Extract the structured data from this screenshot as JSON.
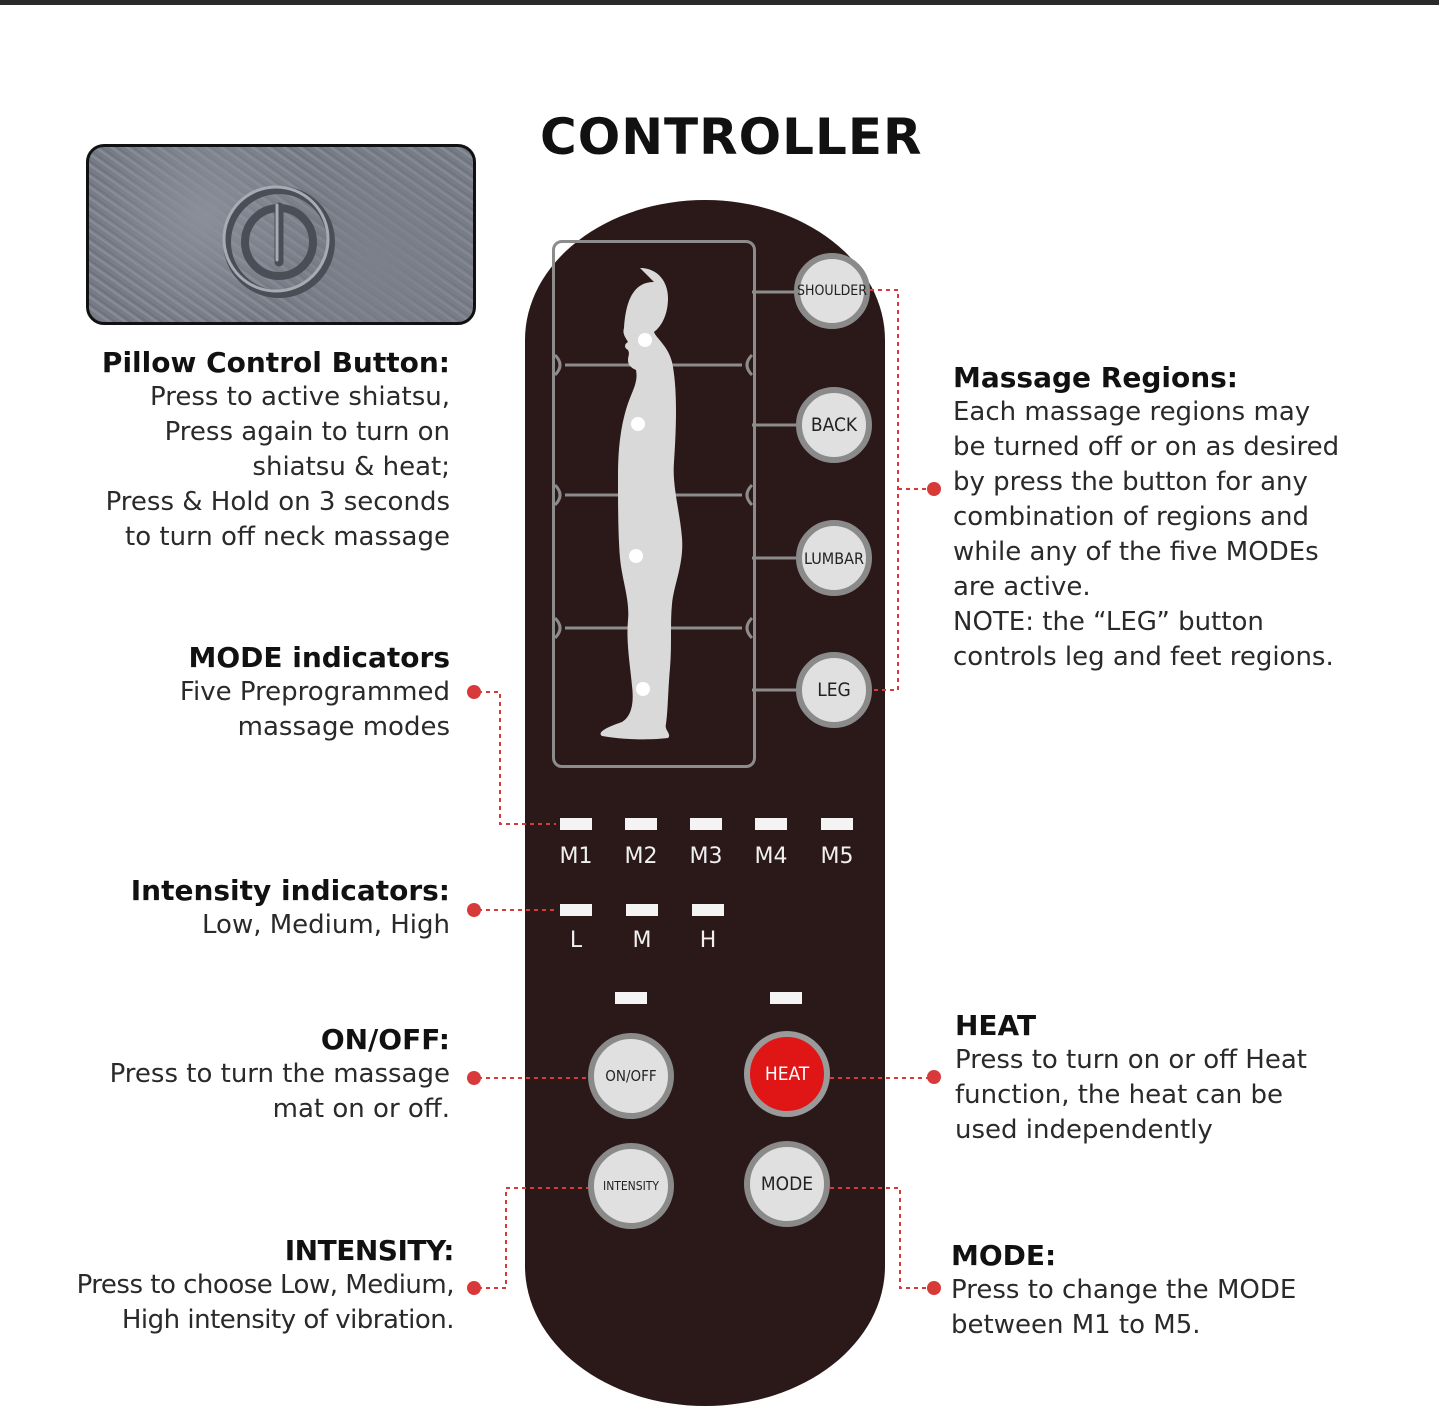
{
  "title": "CONTROLLER",
  "pillow": {
    "heading": "Pillow Control Button:",
    "lines": [
      "Press to active shiatsu,",
      "Press again to turn on",
      "shiatsu & heat;",
      "Press & Hold on 3 seconds",
      "to turn off neck massage"
    ]
  },
  "mode_indicators": {
    "heading": "MODE indicators",
    "lines": [
      "Five Preprogrammed",
      "massage modes"
    ]
  },
  "intensity_indicators": {
    "heading": "Intensity indicators:",
    "lines": [
      "Low, Medium, High"
    ]
  },
  "onoff": {
    "heading": "ON/OFF:",
    "lines": [
      "Press to turn the massage",
      "mat on or off."
    ]
  },
  "intensity": {
    "heading": "INTENSITY:",
    "lines": [
      "Press to choose Low, Medium,",
      "High intensity of vibration."
    ]
  },
  "regions": {
    "heading": "Massage Regions:",
    "lines": [
      "Each massage regions may",
      "be turned off or on as desired",
      "by press the button for any",
      "combination of regions and",
      "while any of the five MODEs",
      "are active.",
      "NOTE: the “LEG” button",
      "controls leg and feet regions."
    ]
  },
  "heat": {
    "heading": "HEAT",
    "lines": [
      "Press to turn on or off Heat",
      "function, the heat can be",
      "used independently"
    ]
  },
  "mode": {
    "heading": "MODE:",
    "lines": [
      "Press to change the MODE",
      "between M1 to M5."
    ]
  },
  "remote": {
    "region_buttons": [
      "SHOULDER",
      "BACK",
      "LUMBAR",
      "LEG"
    ],
    "mode_labels": [
      "M1",
      "M2",
      "M3",
      "M4",
      "M5"
    ],
    "intensity_labels": [
      "L",
      "M",
      "H"
    ],
    "onoff_label": "ON/OFF",
    "heat_label": "HEAT",
    "intensity_label": "INTENSITY",
    "mode_label": "MODE"
  },
  "colors": {
    "remote_body": "#2b1919",
    "heat_button": "#e01515",
    "connector": "#d83a3a"
  },
  "icons": {
    "pillow": "power-icon",
    "body": "human-silhouette-icon"
  }
}
